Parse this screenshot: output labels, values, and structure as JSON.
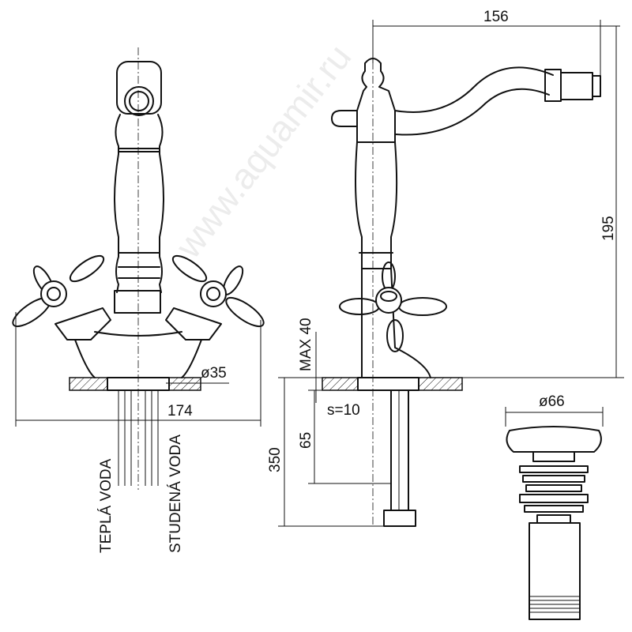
{
  "watermark": "www.aquamir.ru",
  "dimensions": {
    "spout_reach": "156",
    "height": "195",
    "max_deck": "MAX 40",
    "hole_diameter": "ø35",
    "width": "174",
    "thickness": "s=10",
    "inlet": "65",
    "hose_length": "350",
    "drain_diameter": "ø66"
  },
  "labels": {
    "hot_water": "TEPLÁ VODA",
    "cold_water": "STUDENÁ VODA"
  }
}
